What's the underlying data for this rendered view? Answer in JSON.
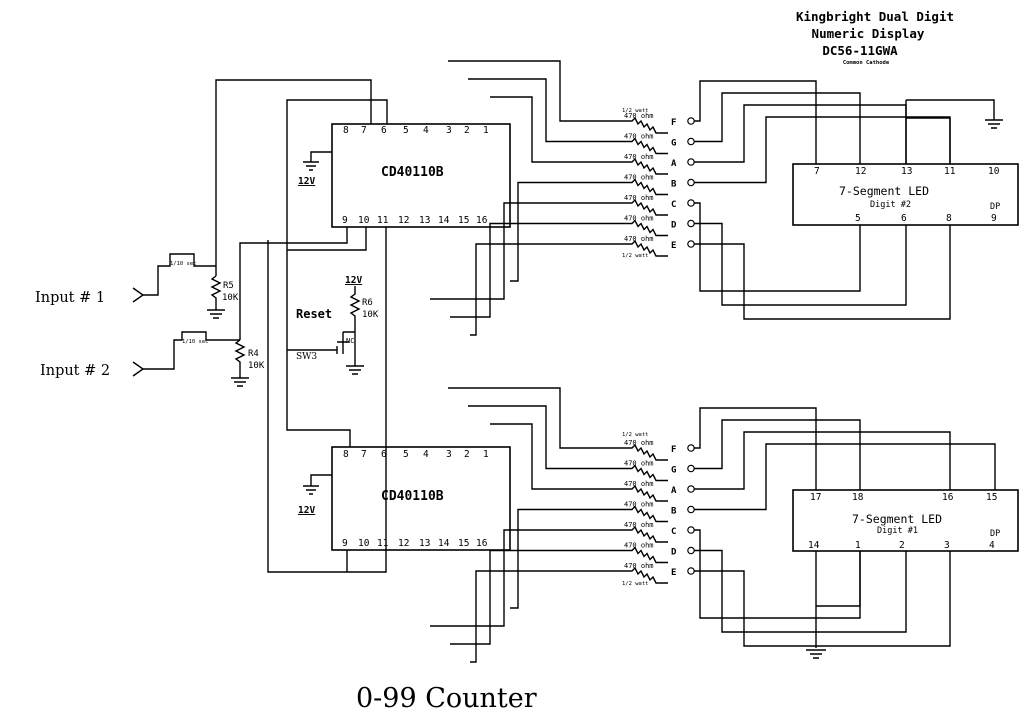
{
  "header": {
    "line1": "Kingbright Dual Digit",
    "line2": "Numeric Display",
    "line3": "DC56-11GWA",
    "line4": "Common Cathode"
  },
  "footer": {
    "title": "0-99 Counter"
  },
  "inputs": {
    "input1": "Input # 1",
    "input2": "Input # 2",
    "pulse_label": "1/10 sec"
  },
  "resistors": {
    "r5_name": "R5",
    "r5_value": "10K",
    "r4_name": "R4",
    "r4_value": "10K",
    "r6_name": "R6",
    "r6_value": "10K",
    "series_value": "470 ohm",
    "series_rating": "1/2 watt"
  },
  "reset": {
    "label": "Reset",
    "switch": "SW3",
    "contact": "NC",
    "supply": "12V"
  },
  "counter_top": {
    "name": "CD40110B",
    "supply": "12V",
    "pins_top": [
      "8",
      "7",
      "6",
      "5",
      "4",
      "3",
      "2",
      "1"
    ],
    "pins_bottom": [
      "9",
      "10",
      "11",
      "12",
      "13",
      "14",
      "15",
      "16"
    ]
  },
  "counter_bottom": {
    "name": "CD40110B",
    "supply": "12V",
    "pins_top": [
      "8",
      "7",
      "6",
      "5",
      "4",
      "3",
      "2",
      "1"
    ],
    "pins_bottom": [
      "9",
      "10",
      "11",
      "12",
      "13",
      "14",
      "15",
      "16"
    ]
  },
  "segments": [
    "F",
    "G",
    "A",
    "B",
    "C",
    "D",
    "E"
  ],
  "display_top": {
    "title": "7-Segment LED",
    "digit": "Digit #2",
    "dp": "DP",
    "pins_top": [
      "7",
      "12",
      "13",
      "11",
      "10"
    ],
    "pins_bottom": [
      "5",
      "6",
      "8",
      "9"
    ]
  },
  "display_bottom": {
    "title": "7-Segment LED",
    "digit": "Digit #1",
    "dp": "DP",
    "pins_top": [
      "17",
      "18",
      "16",
      "15"
    ],
    "pins_bottom": [
      "14",
      "1",
      "2",
      "3",
      "4"
    ]
  }
}
